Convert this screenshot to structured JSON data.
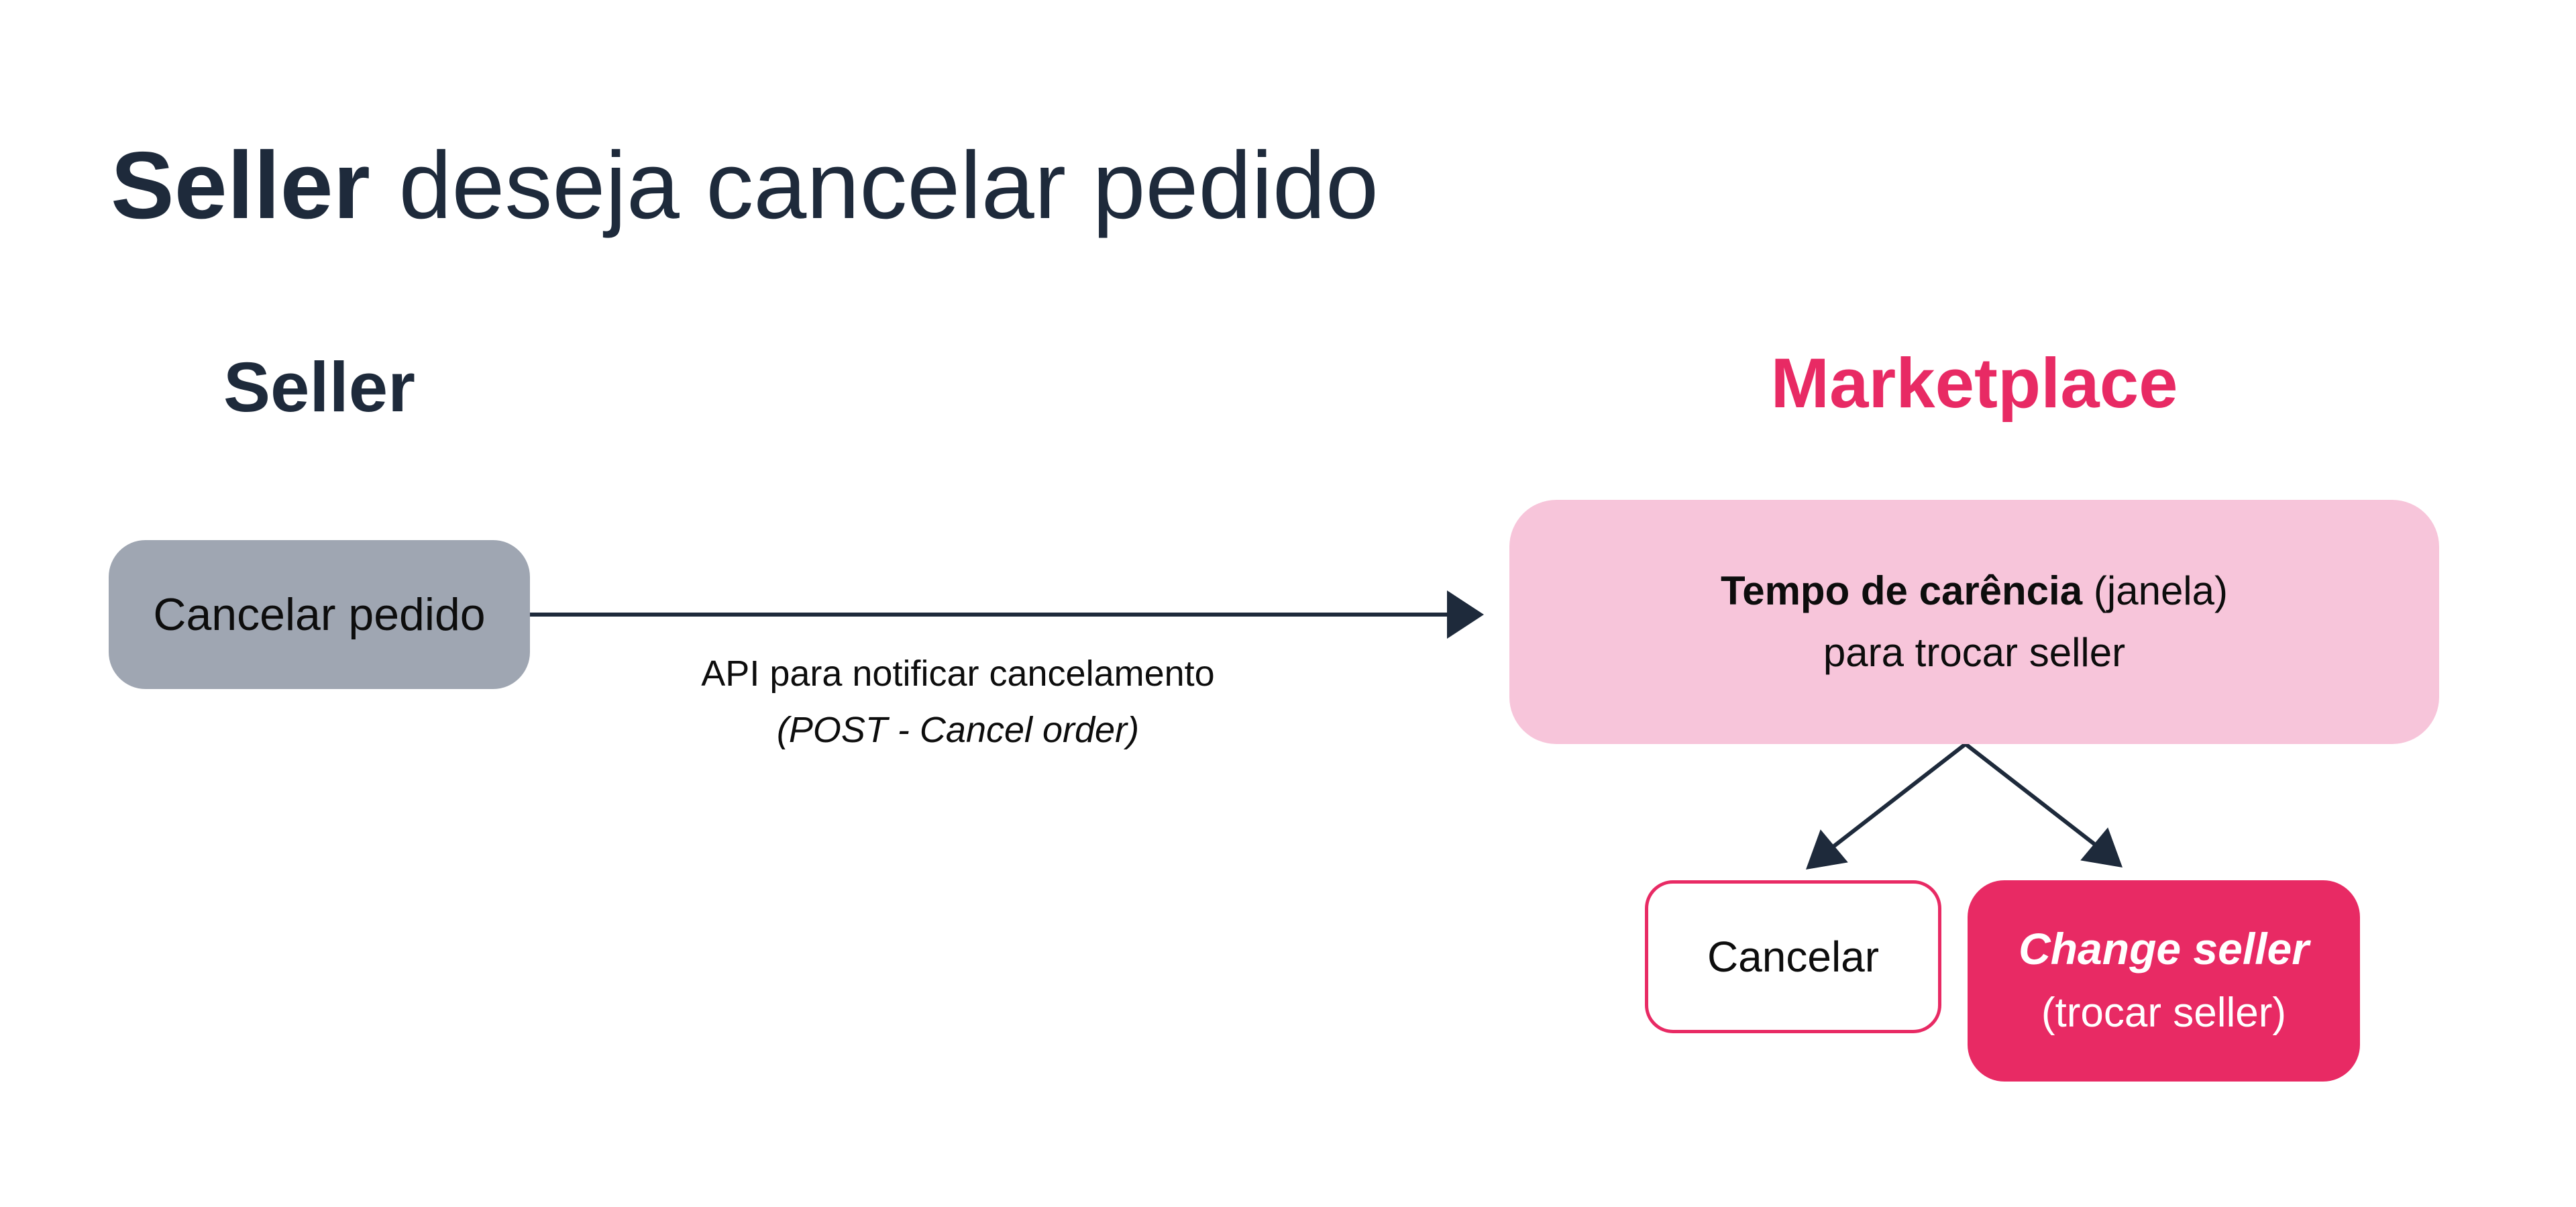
{
  "title": {
    "highlight": "Seller",
    "rest": "deseja cancelar pedido"
  },
  "lanes": {
    "seller": "Seller",
    "marketplace": "Marketplace"
  },
  "nodes": {
    "cancel_request": "Cancelar pedido",
    "grace_window": {
      "bold": "Tempo de carência",
      "suffix": "(janela)",
      "line2": "para trocar seller"
    },
    "cancel_option": "Cancelar",
    "change_seller_option": {
      "line1": "Change seller",
      "line2": "(trocar seller)"
    }
  },
  "api_label": {
    "line1": "API para notificar cancelamento",
    "line2": "(POST - Cancel order)"
  },
  "colors": {
    "navy": "#1e2a3b",
    "pink_accent": "#e82a64",
    "pink_light": "#f7c5da",
    "gray_node": "#9fa6b2",
    "text_black": "#0d0d0d",
    "white": "#ffffff"
  }
}
